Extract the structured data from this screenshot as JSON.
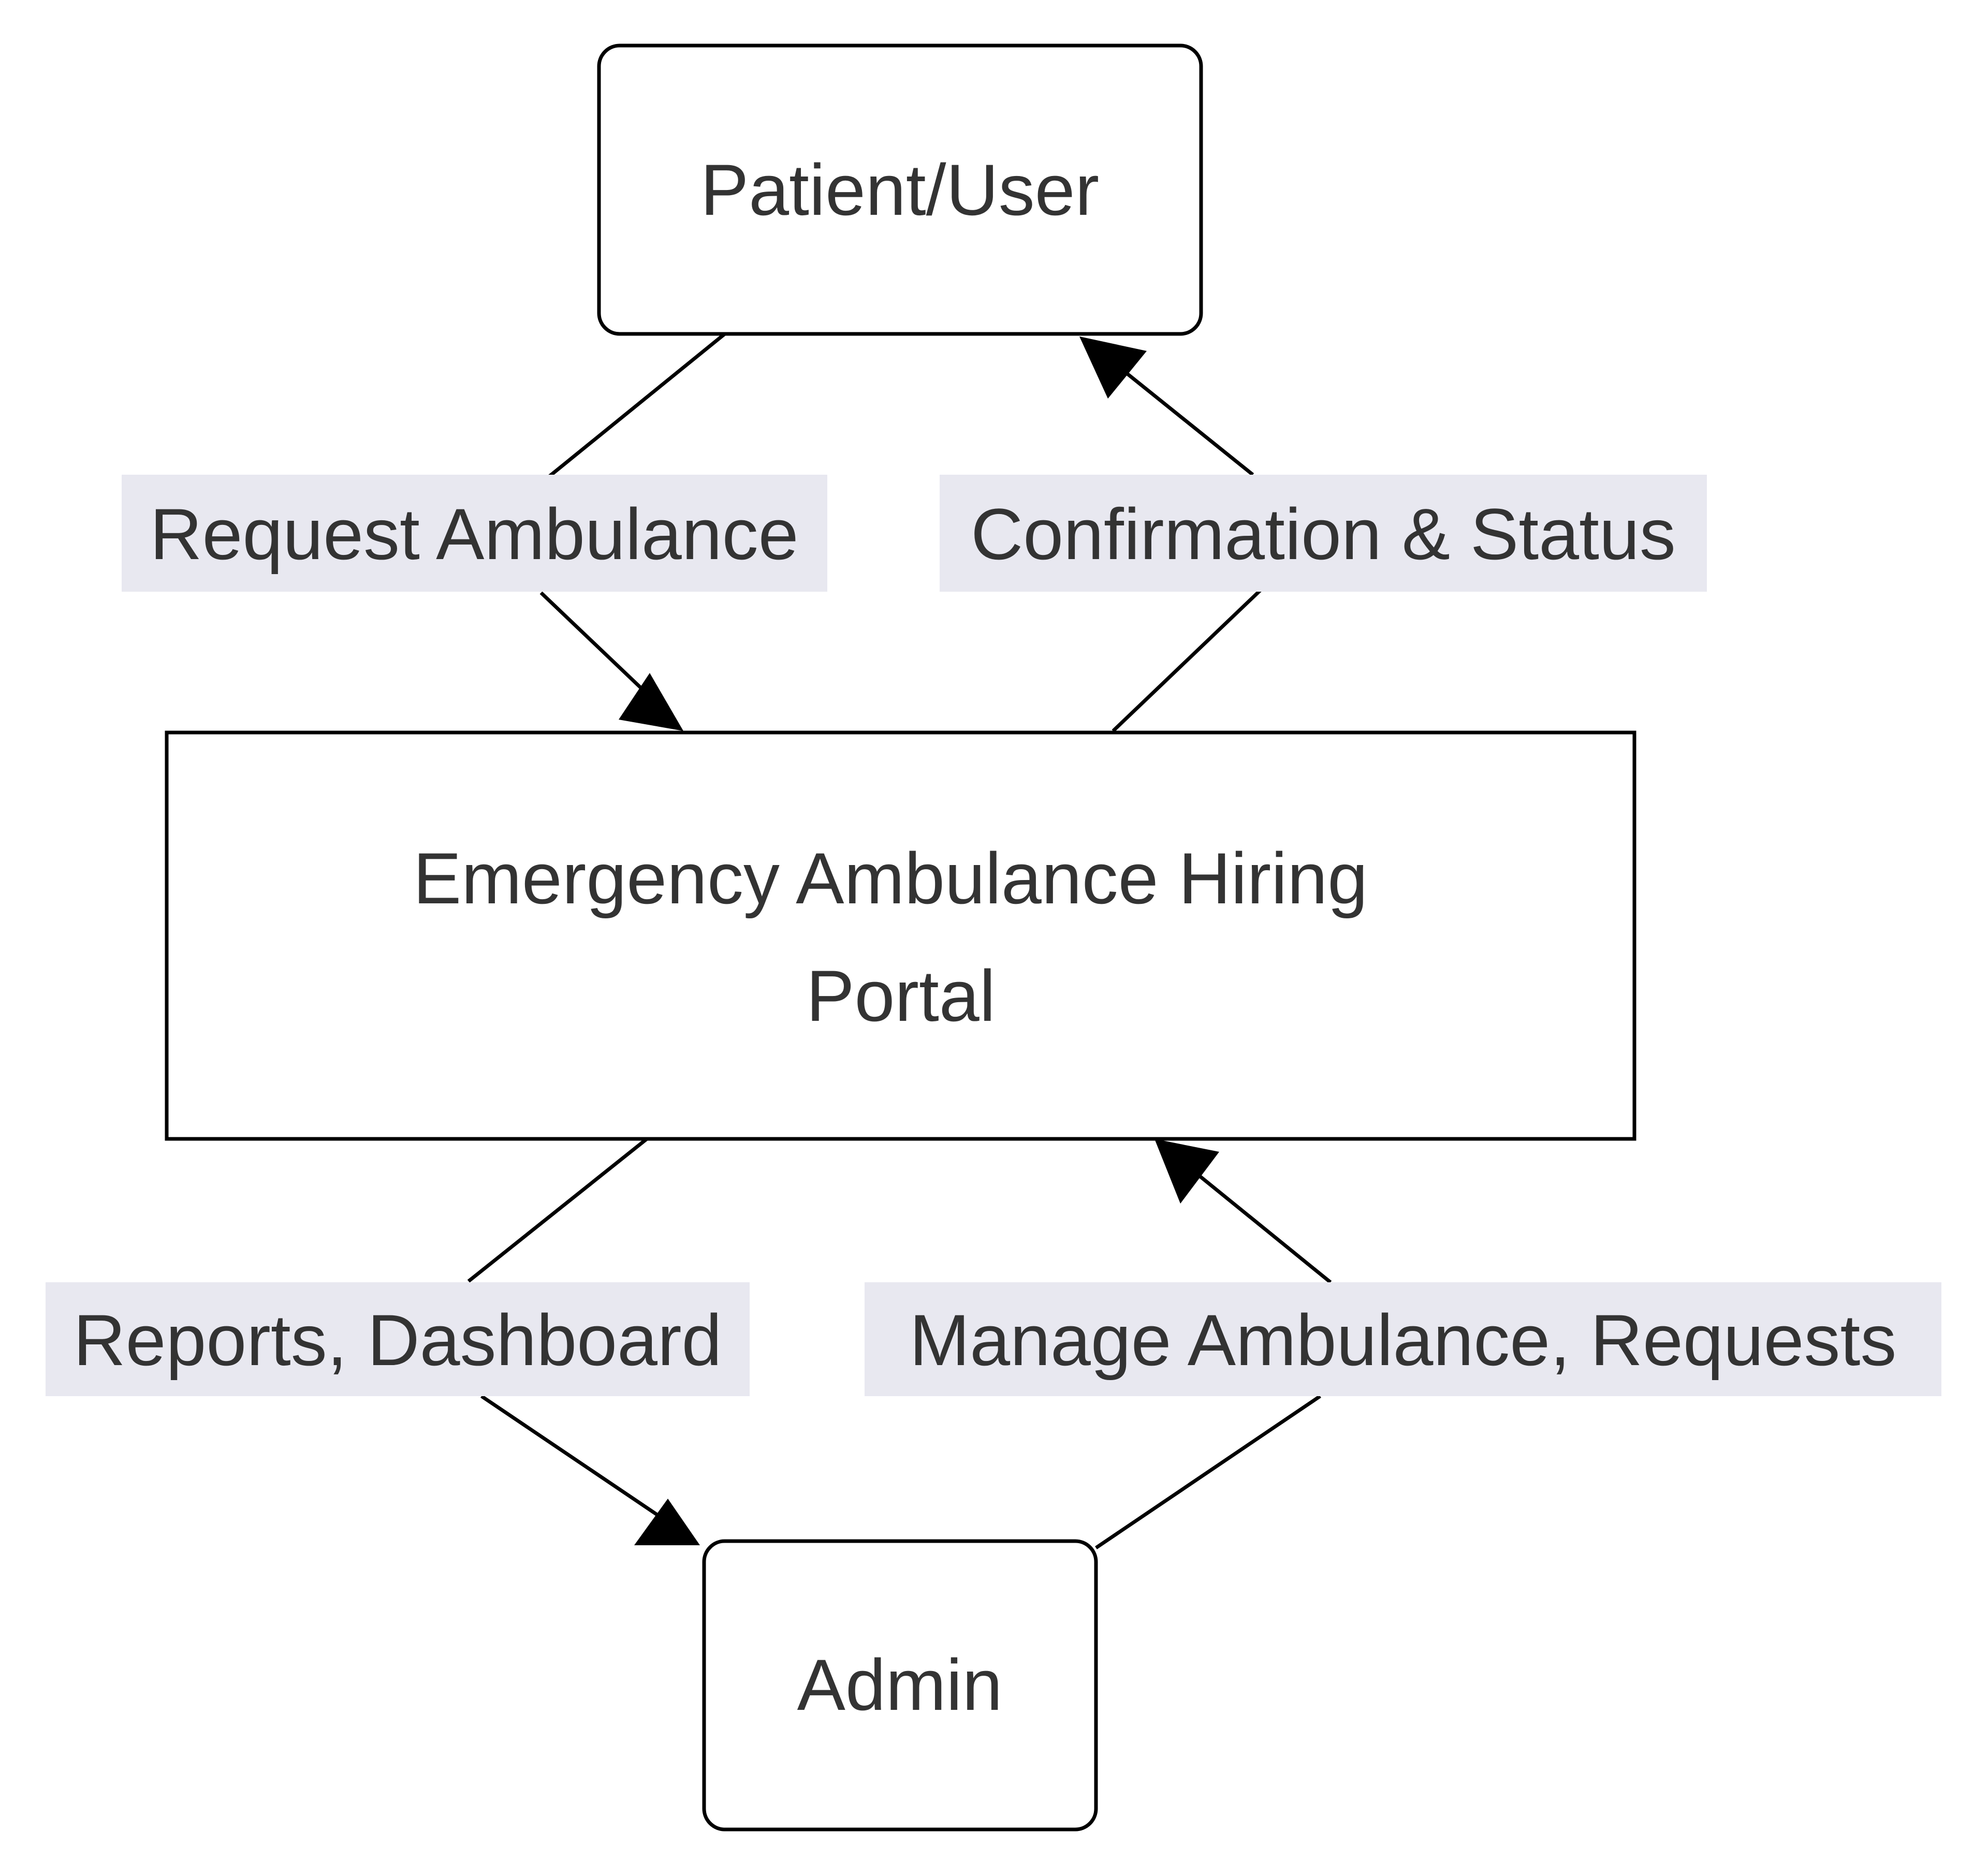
{
  "nodes": {
    "patient": {
      "label": "Patient/User"
    },
    "portal": {
      "line1": "Emergency Ambulance Hiring",
      "line2": "Portal"
    },
    "admin": {
      "label": "Admin"
    }
  },
  "edges": {
    "request": {
      "label": "Request Ambulance"
    },
    "confirmation": {
      "label": "Confirmation & Status"
    },
    "reports": {
      "label": "Reports, Dashboard"
    },
    "manage": {
      "label": "Manage Ambulance, Requests"
    }
  },
  "colors": {
    "node_stroke": "#000000",
    "text": "#333333",
    "edge_label_background": "#e8e8f0"
  }
}
